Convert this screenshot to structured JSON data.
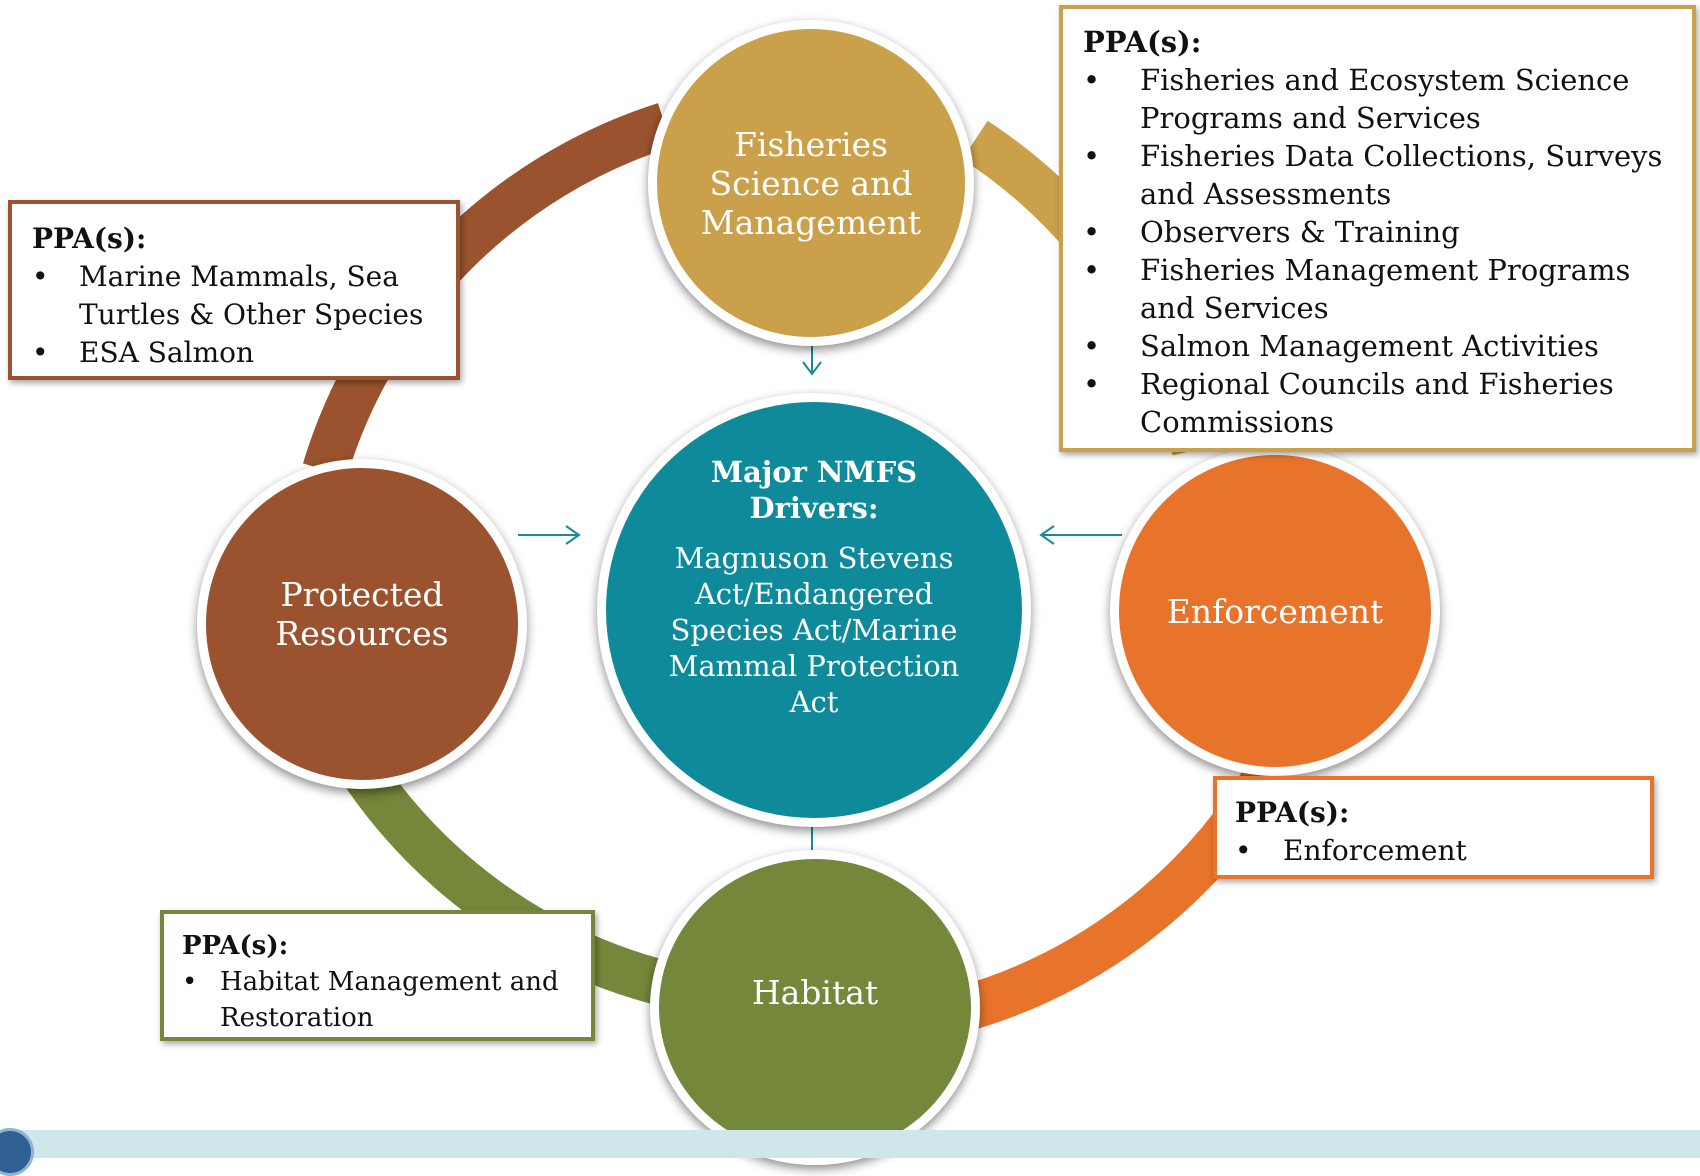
{
  "colors": {
    "fisheries": "#caa04a",
    "protected": "#9a532e",
    "enforcement": "#e8732a",
    "habitat": "#75873a",
    "center": "#0f8a9a",
    "arrow": "#1a8a9a"
  },
  "center": {
    "title": "Major NMFS Drivers:",
    "body": "Magnuson Stevens Act/Endangered Species Act/Marine Mammal Protection Act"
  },
  "nodes": {
    "fisheries": "Fisheries Science and Management",
    "protected": "Protected Resources",
    "enforcement": "Enforcement",
    "habitat": "Habitat"
  },
  "ppa": {
    "fisheries": {
      "title": "PPA(s):",
      "items": [
        "Fisheries and Ecosystem Science Programs and Services",
        "Fisheries Data Collections, Surveys and Assessments",
        "Observers & Training",
        "Fisheries Management Programs and Services",
        "Salmon Management Activities",
        "Regional Councils and Fisheries Commissions"
      ]
    },
    "protected": {
      "title": "PPA(s):",
      "items": [
        "Marine Mammals, Sea Turtles & Other Species",
        "ESA Salmon"
      ]
    },
    "enforcement": {
      "title": "PPA(s):",
      "items": [
        "Enforcement"
      ]
    },
    "habitat": {
      "title": "PPA(s):",
      "items": [
        "Habitat Management and Restoration"
      ]
    }
  },
  "bullet_glyph": "•"
}
